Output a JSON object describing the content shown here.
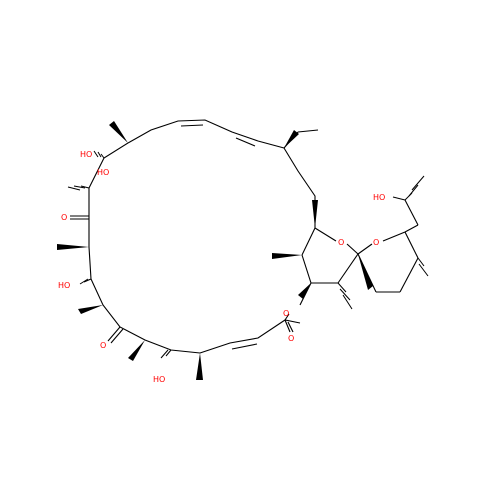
{
  "labels": {
    "ho_top": "HO",
    "ho_c": "HO",
    "o_ketone_upper": "O",
    "ho_left": "HO",
    "o_ketone_lower": "O",
    "ho_bottom": "HO",
    "o_ester": "O",
    "o_carbonyl": "O",
    "o_ring1": "O",
    "o_ring2": "O",
    "ho_side": "HO"
  },
  "colors": {
    "bond": "#000000",
    "heteroatom": "#ff0000"
  }
}
